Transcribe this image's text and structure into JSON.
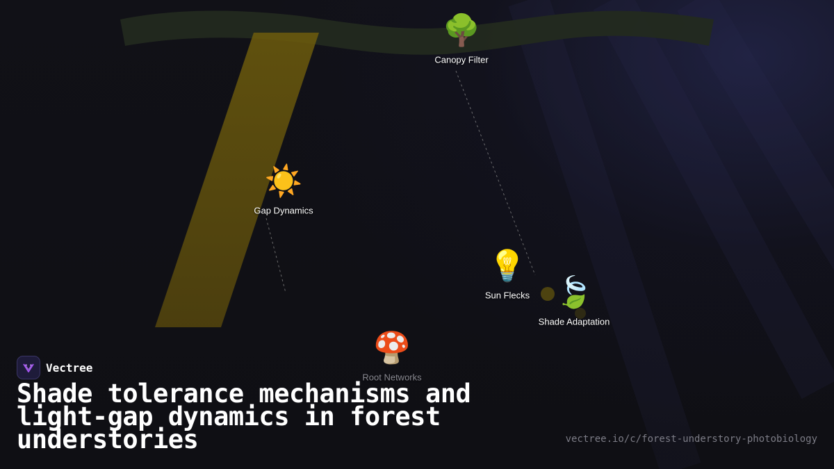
{
  "brand": {
    "name": "Vectree",
    "logo_icon": "vectree-logo-icon",
    "accent": "#a855f7"
  },
  "headline": "Shade tolerance mechanisms and light-gap dynamics in forest understories",
  "url": "vectree.io/c/forest-understory-photobiology",
  "colors": {
    "background": "#0f0f14",
    "canopy_band": "#232a1f",
    "light_beam": "#6b5a10",
    "connector": "#8a8a8a",
    "dot": "#4a4010"
  },
  "nodes": [
    {
      "id": "canopy",
      "label": "Canopy Filter",
      "icon": "deciduous-tree-icon",
      "glyph": "🌳"
    },
    {
      "id": "gap",
      "label": "Gap Dynamics",
      "icon": "sun-icon",
      "glyph": "☀️"
    },
    {
      "id": "flecks",
      "label": "Sun Flecks",
      "icon": "light-bulb-icon",
      "glyph": "💡"
    },
    {
      "id": "shade",
      "label": "Shade Adaptation",
      "icon": "leaf-fluttering-icon",
      "glyph": "🍃"
    },
    {
      "id": "roots",
      "label": "Root Networks",
      "icon": "mushroom-icon",
      "glyph": "🍄"
    }
  ]
}
